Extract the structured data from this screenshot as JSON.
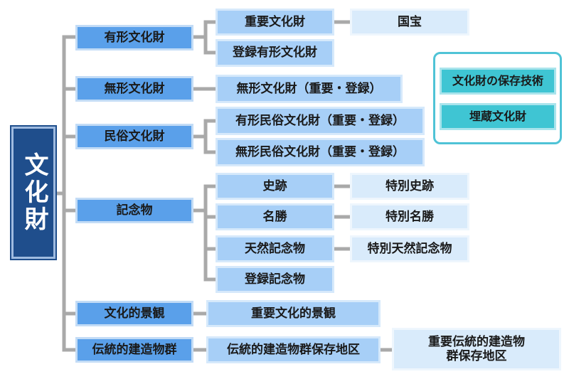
{
  "root": {
    "label": "文化財"
  },
  "categories": {
    "tangible": {
      "label": "有形文化財",
      "children": {
        "important": {
          "label": "重要文化財",
          "designation": "国宝"
        },
        "registered": {
          "label": "登録有形文化財"
        }
      }
    },
    "intangible": {
      "label": "無形文化財",
      "children": {
        "main": {
          "label": "無形文化財（重要・登録）"
        }
      }
    },
    "folk": {
      "label": "民俗文化財",
      "children": {
        "tangible": {
          "label": "有形民俗文化財（重要・登録）"
        },
        "intangible": {
          "label": "無形民俗文化財（重要・登録）"
        }
      }
    },
    "monuments": {
      "label": "記念物",
      "children": {
        "historic_site": {
          "label": "史跡",
          "designation": "特別史跡"
        },
        "scenic_beauty": {
          "label": "名勝",
          "designation": "特別名勝"
        },
        "natural_monument": {
          "label": "天然記念物",
          "designation": "特別天然記念物"
        },
        "registered": {
          "label": "登録記念物"
        }
      }
    },
    "cultural_landscape": {
      "label": "文化的景観",
      "children": {
        "important": {
          "label": "重要文化的景観"
        }
      }
    },
    "building_groups": {
      "label": "伝統的建造物群",
      "children": {
        "preservation_district": {
          "label": "伝統的建造物群保存地区",
          "designation_line1": "重要伝統的建造物",
          "designation_line2": "群保存地区"
        }
      }
    }
  },
  "related": {
    "conservation_techniques": "文化財の保存技術",
    "buried_properties": "埋蔵文化財"
  },
  "colors": {
    "root": "#1f4e8c",
    "category": "#5aa0ea",
    "subcategory": "#a7cff7",
    "designation": "#d9ebfb",
    "related": "#3fc5d3",
    "connector": "#a9a9a9"
  }
}
